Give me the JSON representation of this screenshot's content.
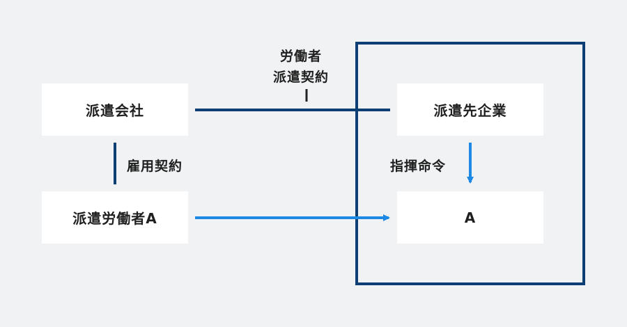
{
  "colors": {
    "background": "#f0f2f4",
    "box_fill": "#ffffff",
    "dark_navy": "#0d3e74",
    "bright_blue": "#1e88e5",
    "text": "#1f1f1f"
  },
  "nodes": {
    "dispatch_company": "派遣会社",
    "dispatched_worker": "派遣労働者A",
    "client_company": "派遣先企業",
    "worker_at_client": "A"
  },
  "edges": {
    "worker_dispatch_contract": [
      "労働者",
      "派遣契約"
    ],
    "employment_contract": "雇用契約",
    "command_order": "指揮命令"
  }
}
